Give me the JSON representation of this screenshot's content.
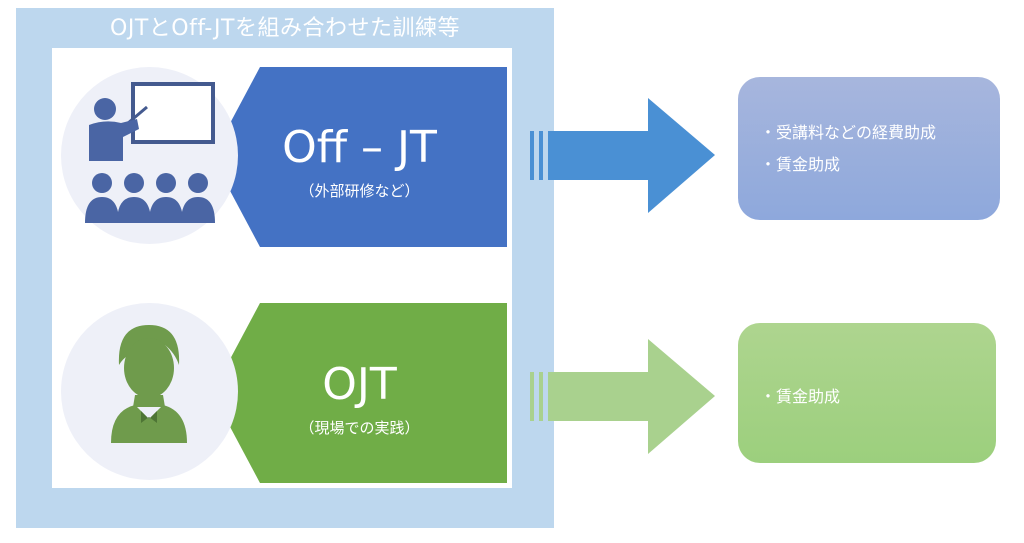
{
  "title": "OJTとOff-JTを組み合わせた訓練等",
  "offjt": {
    "label": "Off – JT",
    "sublabel": "（外部研修など）",
    "benefits": [
      "・受講料などの経費助成",
      "・賃金助成"
    ],
    "icon": "teacher-presentation-icon",
    "color": "#4472c4"
  },
  "ojt": {
    "label": "OJT",
    "sublabel": "（現場での実践）",
    "benefits": [
      "・賃金助成"
    ],
    "icon": "worker-person-icon",
    "color": "#70ad47"
  }
}
